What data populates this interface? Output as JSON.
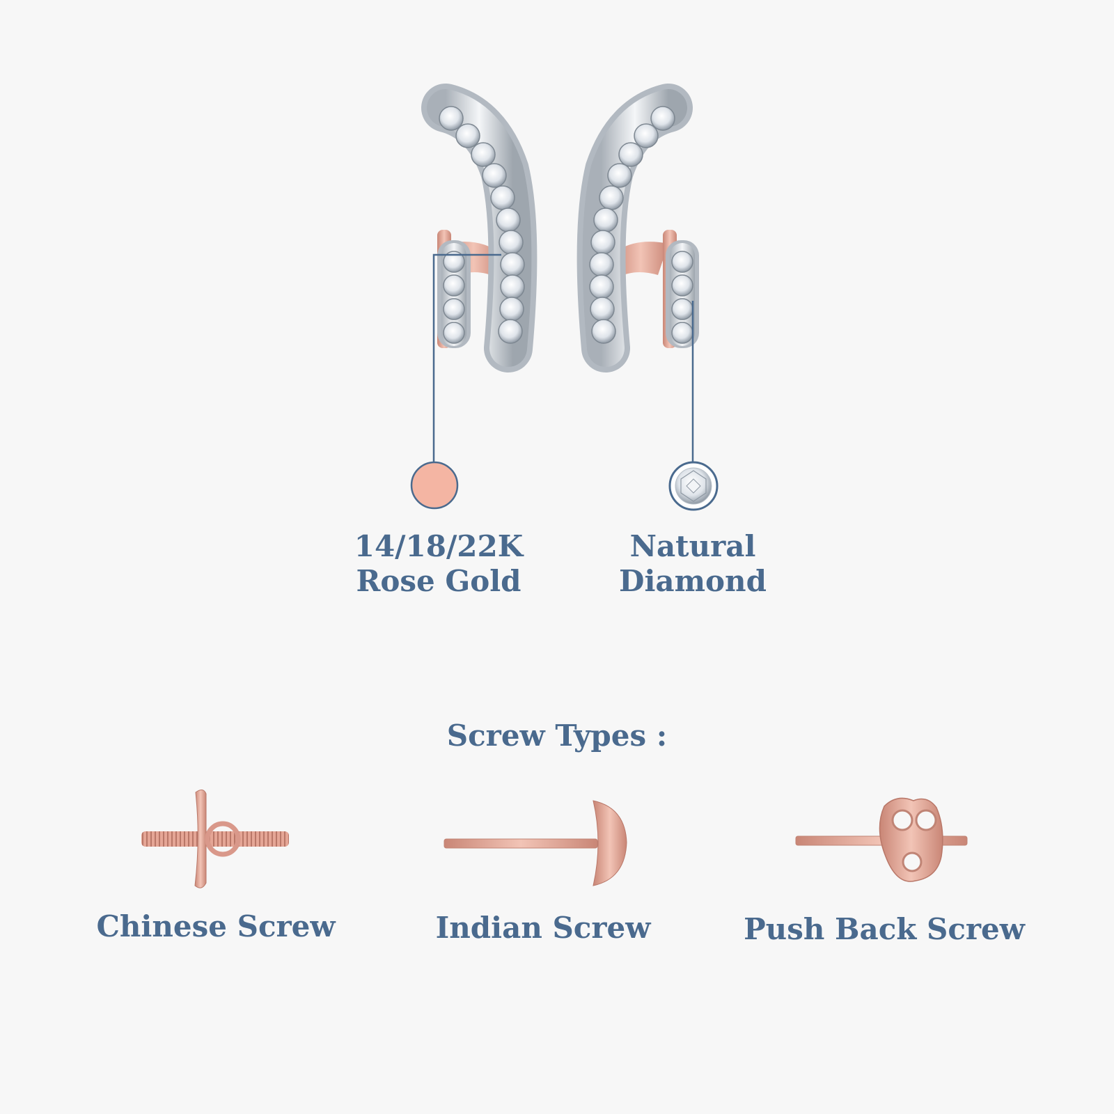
{
  "materials": {
    "gold": {
      "line1": "14/18/22K",
      "line2": "Rose Gold",
      "swatch_color": "#f4b5a3"
    },
    "diamond": {
      "line1": "Natural",
      "line2": "Diamond"
    }
  },
  "screws": {
    "title": "Screw Types :",
    "items": [
      {
        "label": "Chinese Screw",
        "icon": "chinese-screw-icon"
      },
      {
        "label": "Indian Screw",
        "icon": "indian-screw-icon"
      },
      {
        "label": "Push Back Screw",
        "icon": "push-back-screw-icon"
      }
    ]
  },
  "colors": {
    "text": "#4a6a8e",
    "rose_gold": "#e3a99c",
    "white_gold": "#dfe3e8"
  }
}
